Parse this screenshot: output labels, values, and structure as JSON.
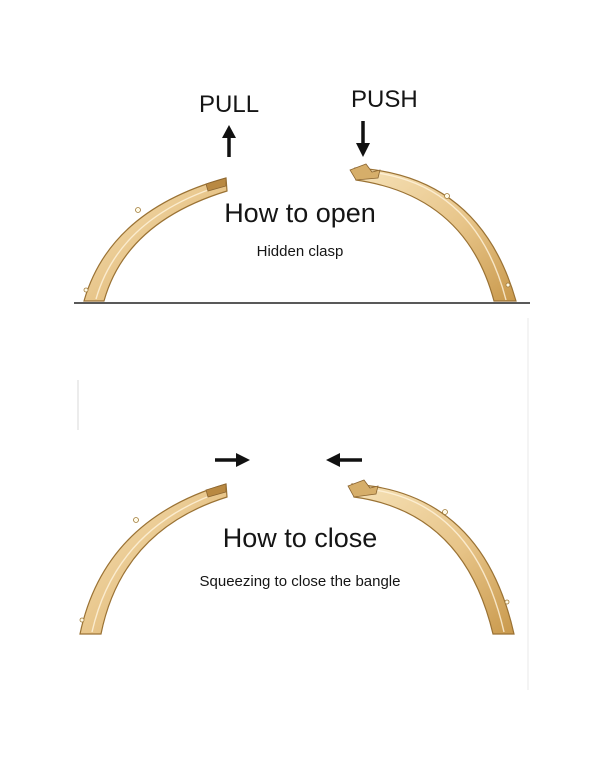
{
  "open_section": {
    "pull_label": "PULL",
    "push_label": "PUSH",
    "title": "How to open",
    "subtitle": "Hidden clasp"
  },
  "close_section": {
    "title": "How to close",
    "subtitle": "Squeezing to close the bangle"
  },
  "colors": {
    "band_light": "#f3d9a8",
    "band_dark": "#c99a4e",
    "band_edge": "#9a7234",
    "arrow": "#111111",
    "divider": "#222222"
  }
}
